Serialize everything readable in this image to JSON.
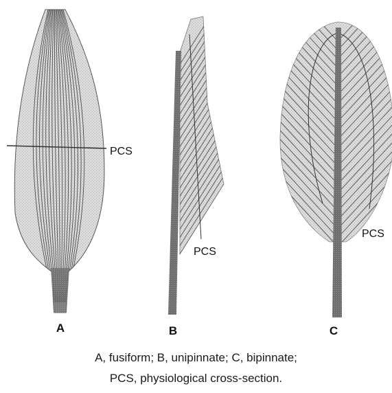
{
  "figure": {
    "muscles": [
      {
        "id": "A",
        "label": "A",
        "pcs_label": "PCS"
      },
      {
        "id": "B",
        "label": "B",
        "pcs_label": "PCS"
      },
      {
        "id": "C",
        "label": "C",
        "pcs_label": "PCS"
      }
    ]
  },
  "caption": {
    "line1": "A, fusiform; B, unipinnate; C, bipinnate;",
    "line2": "PCS, physiological cross-section."
  }
}
